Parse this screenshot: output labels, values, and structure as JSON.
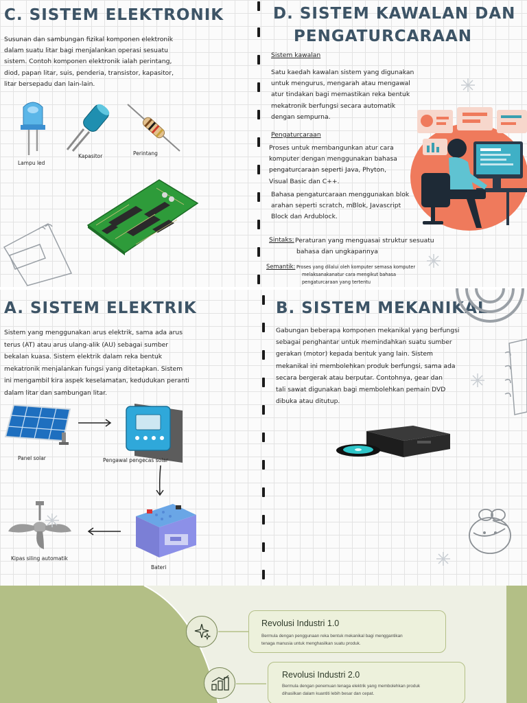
{
  "sections": {
    "c": {
      "title": "C. SISTEM ELEKTRONIK",
      "lines": [
        "Susunan dan sambungan fizikal komponen elektronik",
        "dalam suatu litar bagi menjalankan operasi sesuatu",
        "sistem. Contoh komponen elektronik ialah perintang,",
        "diod, papan litar, suis, penderia, transistor, kapasitor,",
        "litar bersepadu dan lain-lain."
      ],
      "labels": {
        "led": "Lampu led",
        "capacitor": "Kapasitor",
        "resistor": "Perintang"
      }
    },
    "d": {
      "title_line1": "D. SISTEM KAWALAN DAN",
      "title_line2": "PENGATURCARAAN",
      "kawalan_heading": "Sistem kawalan",
      "kawalan_lines": [
        "Satu kaedah kawalan sistem yang digunakan",
        "untuk mengurus, mengarah atau mengawal",
        "atur tindakan bagi memastikan reka bentuk",
        "mekatronik berfungsi secara automatik",
        "dengan sempurna."
      ],
      "pengaturcaraan_heading": "Pengaturcaraan",
      "pengaturcaraan_lines": [
        "Proses untuk membangunkan atur cara",
        "komputer dengan menggunakan bahasa",
        "pengaturcaraan seperti Java, Phyton,",
        "Visual Basic dan C++."
      ],
      "bahasa_lines": [
        "Bahasa pengaturcaraan menggunakan blok",
        "arahan seperti scratch, mBlok, Javascript",
        "Block dan Ardublock."
      ],
      "sintaks_label": "Sintaks:",
      "sintaks_lines": [
        "Peraturan yang menguasai struktur sesuatu",
        "bahasa dan ungkapannya"
      ],
      "semantik_label": "Semantik:",
      "semantik_lines": [
        "Proses yang dilalui oleh komputer semasa komputer",
        "melaksanakanatur cara mengikut bahasa",
        "pengaturcaraan yang tertentu"
      ]
    },
    "a": {
      "title": "A. SISTEM ELEKTRIK",
      "lines": [
        "Sistem yang menggunakan arus elektrik, sama ada arus",
        "terus (AT) atau arus ulang-alik (AU) sebagai sumber",
        "bekalan kuasa. Sistem elektrik dalam reka bentuk",
        "mekatronik menjalankan fungsi yang ditetapkan. Sistem",
        "ini mengambil kira aspek keselamatan, kedudukan peranti",
        "dalam litar dan sambungan litar."
      ],
      "labels": {
        "solar": "Panel solar",
        "controller": "Pengawal pengecas solar",
        "battery": "Bateri",
        "fan": "Kipas siling automatik"
      }
    },
    "b": {
      "title": "B. SISTEM MEKANIKAL",
      "lines": [
        "Gabungan beberapa komponen mekanikal yang berfungsi",
        "sebagai penghantar untuk memindahkan suatu sumber",
        "gerakan (motor) kepada bentuk yang lain. Sistem",
        "mekanikal ini membolehkan produk berfungsi, sama ada",
        "secara bergerak atau berputar. Contohnya, gear dan",
        "tali sawat digunakan bagi membolehkan pemain DVD",
        "dibuka atau ditutup."
      ]
    }
  },
  "timeline": [
    {
      "title": "Revolusi Industri 1.0",
      "desc": [
        "Bermula dengan penggunaan reka bentuk mekanikal bagi menggantikan",
        "tenaga manusia untuk menghasilkan suatu produk."
      ],
      "icon": "sparkle-icon"
    },
    {
      "title": "Revolusi Industri 2.0",
      "desc": [
        "Bermula dengan penemuan tenaga elektrik yang membolehkan produk",
        "dihasilkan dalam kuantiti lebih besar dan cepat."
      ],
      "icon": "bar-growth-icon"
    }
  ],
  "colors": {
    "title": "#3d5466",
    "accent_coral": "#ef7a5c",
    "accent_teal": "#3a9fb0",
    "panel_green": "#b3bf86",
    "panel_bg": "#eef0e4"
  }
}
